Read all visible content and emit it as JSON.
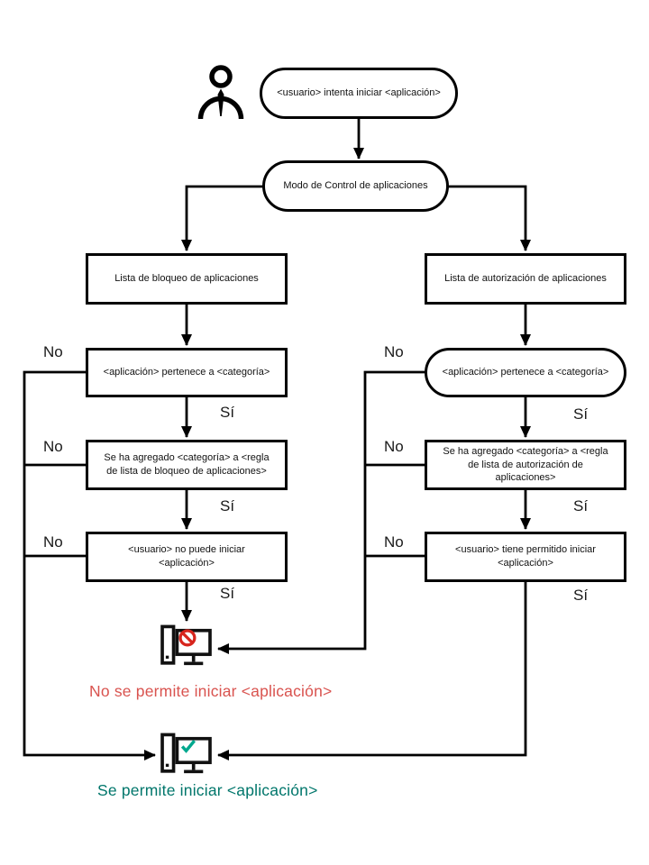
{
  "diagram": {
    "nodes": {
      "start": "<usuario> intenta iniciar <aplicación>",
      "mode": "Modo de Control de aplicaciones",
      "blocklist": "Lista de bloqueo de aplicaciones",
      "allowlist": "Lista de autorización de aplicaciones",
      "block_category": "<aplicación> pertenece a <categoría>",
      "allow_category": "<aplicación> pertenece a <categoría>",
      "block_rule": "Se ha agregado <categoría> a <regla de lista de bloqueo de aplicaciones>",
      "allow_rule": "Se ha agregado <categoría> a <regla de lista de autorización de aplicaciones>",
      "block_user": "<usuario> no puede iniciar <aplicación>",
      "allow_user": "<usuario> tiene permitido iniciar <aplicación>"
    },
    "edge_labels": {
      "yes": "Sí",
      "no": "No"
    },
    "outcomes": {
      "blocked": "No se permite iniciar <aplicación>",
      "allowed": "Se permite iniciar <aplicación>"
    },
    "icons": {
      "person": "user-icon",
      "blocked": "blocked-computer-icon",
      "allowed": "allowed-computer-icon"
    },
    "colors": {
      "line": "#000000",
      "blocked_text": "#d9534f",
      "allowed_text": "#00766b",
      "blocked_icon": "#d7251d",
      "allowed_icon": "#00a88e"
    }
  }
}
